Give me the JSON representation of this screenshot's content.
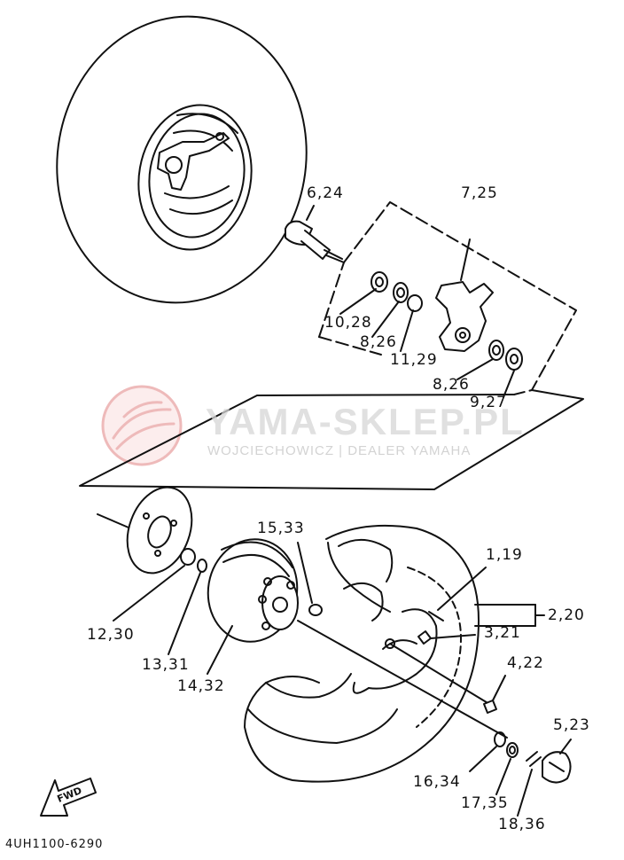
{
  "watermark": {
    "brand": "YAMA-SKLEP.PL",
    "tagline": "WOJCIECHOWICZ | DEALER YAMAHA",
    "logo_color": "#e8a0a0",
    "text_color": "#d0d0d0"
  },
  "fwd_arrow": {
    "label": "FWD",
    "icon": "fwd-arrow-icon"
  },
  "drawing_code": "4UH1100-6290",
  "callouts": {
    "c_6_24": "6,24",
    "c_7_25": "7,25",
    "c_10_28": "10,28",
    "c_8_26_a": "8,26",
    "c_11_29": "11,29",
    "c_8_26_b": "8,26",
    "c_9_27": "9,27",
    "c_15_33": "15,33",
    "c_1_19": "1,19",
    "c_2_20": "2,20",
    "c_3_21": "3,21",
    "c_12_30": "12,30",
    "c_13_31": "13,31",
    "c_14_32": "14,32",
    "c_4_22": "4,22",
    "c_5_23": "5,23",
    "c_16_34": "16,34",
    "c_17_35": "17,35",
    "c_18_36": "18,36"
  }
}
